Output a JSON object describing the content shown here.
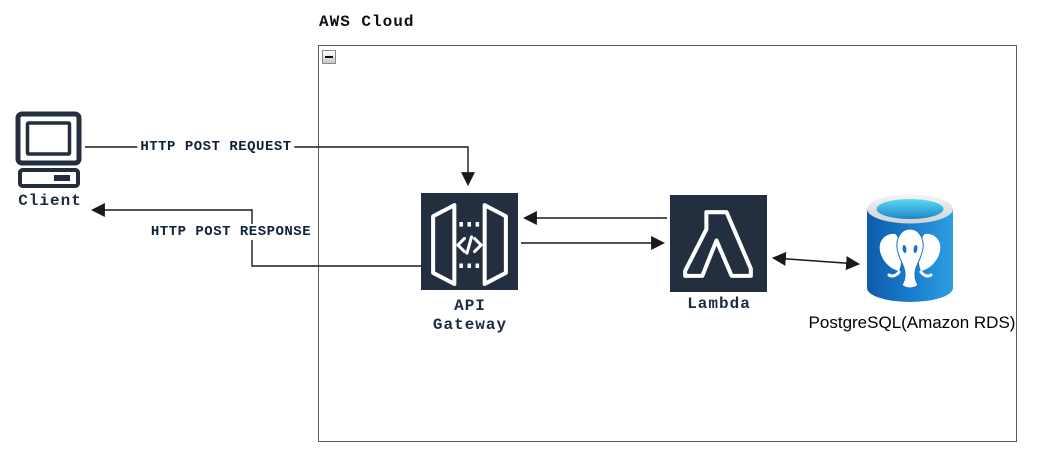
{
  "diagram": {
    "title": "AWS Cloud",
    "nodes": {
      "client": {
        "label": "Client",
        "icon": "computer-icon"
      },
      "api_gateway": {
        "label_line1": "API",
        "label_line2": "Gateway",
        "icon": "api-gateway-icon"
      },
      "lambda": {
        "label": "Lambda",
        "icon": "lambda-icon"
      },
      "rds": {
        "label": "PostgreSQL(Amazon RDS)",
        "icon": "postgresql-database-icon"
      }
    },
    "edges": {
      "request": {
        "label": "HTTP POST REQUEST",
        "from": "Client",
        "to": "API Gateway"
      },
      "response": {
        "label": "HTTP POST RESPONSE",
        "from": "API Gateway",
        "to": "Client"
      },
      "gateway_lambda": {
        "from": "API Gateway",
        "to": "Lambda",
        "style": "two one-way arrows"
      },
      "lambda_rds": {
        "from": "Lambda",
        "to": "PostgreSQL(Amazon RDS)",
        "style": "double-headed arrow"
      }
    },
    "controls": {
      "collapse_button": "minus-icon"
    },
    "colors": {
      "aws_dark": "#232F3E",
      "label_navy": "#1c2b43",
      "arrow_black": "#1a1a1a",
      "boundary_gray": "#5c5c5c",
      "postgres_blue_dark": "#0d5cab",
      "postgres_blue_light": "#2d9fe0",
      "postgres_cyan": "#5cdaf4",
      "rim_gray": "#e9ebec"
    }
  }
}
